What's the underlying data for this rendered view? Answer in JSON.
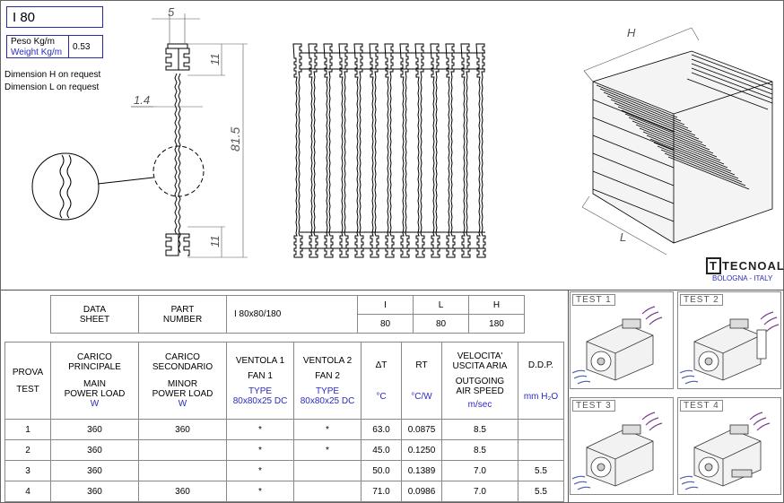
{
  "header": {
    "profile_code": "I 80",
    "weight_label_it": "Peso Kg/m",
    "weight_label_en": "Weight Kg/m",
    "weight_value": "0.53",
    "note_h": "Dimension H on request",
    "note_l": "Dimension L on request"
  },
  "drawing": {
    "dim_width": "5",
    "dim_tab_top": "11",
    "dim_tab_bottom": "11",
    "dim_fin": "1.4",
    "dim_height": "81.5",
    "iso_label_h": "H",
    "iso_label_l": "L"
  },
  "brand": {
    "name": "TECNOAL",
    "city": "BOLOGNA - ITALY"
  },
  "datasheet": {
    "data_label": [
      "DATA",
      "SHEET"
    ],
    "part_label": [
      "PART",
      "NUMBER"
    ],
    "part_number": "I 80x80/180",
    "dims": [
      {
        "label": "I",
        "value": "80"
      },
      {
        "label": "L",
        "value": "80"
      },
      {
        "label": "H",
        "value": "180"
      }
    ]
  },
  "results": {
    "headers": {
      "test": [
        "PROVA",
        "TEST"
      ],
      "main_load": [
        "CARICO",
        "PRINCIPALE",
        "MAIN",
        "POWER LOAD"
      ],
      "main_load_unit": "W",
      "minor_load": [
        "CARICO",
        "SECONDARIO",
        "MINOR",
        "POWER LOAD"
      ],
      "minor_load_unit": "W",
      "fan1": [
        "VENTOLA 1",
        "FAN 1",
        "TYPE",
        "80x80x25 DC"
      ],
      "fan2": [
        "VENTOLA 2",
        "FAN 2",
        "TYPE",
        "80x80x25 DC"
      ],
      "dt": "ΔT",
      "dt_unit": "°C",
      "rt": "RT",
      "rt_unit": "°C/W",
      "speed": [
        "VELOCITA'",
        "USCITA  ARIA",
        "OUTGOING",
        "AIR SPEED"
      ],
      "speed_unit": "m/sec",
      "ddp": "D.D.P.",
      "ddp_unit": "mm H₂O"
    },
    "rows": [
      {
        "test": "1",
        "main": "360",
        "minor": "360",
        "fan1": "*",
        "fan2": "*",
        "dt": "63.0",
        "rt": "0.0875",
        "speed": "8.5",
        "ddp": ""
      },
      {
        "test": "2",
        "main": "360",
        "minor": "",
        "fan1": "*",
        "fan2": "*",
        "dt": "45.0",
        "rt": "0.1250",
        "speed": "8.5",
        "ddp": ""
      },
      {
        "test": "3",
        "main": "360",
        "minor": "",
        "fan1": "*",
        "fan2": "",
        "dt": "50.0",
        "rt": "0.1389",
        "speed": "7.0",
        "ddp": "5.5"
      },
      {
        "test": "4",
        "main": "360",
        "minor": "360",
        "fan1": "*",
        "fan2": "",
        "dt": "71.0",
        "rt": "0.0986",
        "speed": "7.0",
        "ddp": "5.5"
      }
    ]
  },
  "tests": [
    "TEST  1",
    "TEST  2",
    "TEST  3",
    "TEST  4"
  ]
}
